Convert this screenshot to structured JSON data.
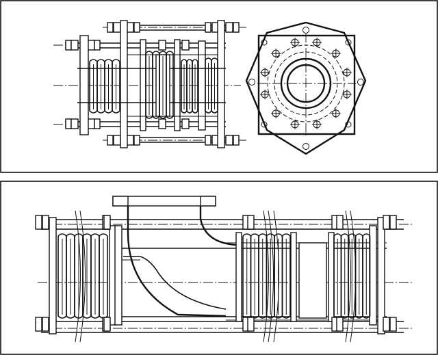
{
  "figure": {
    "description_visible_text": "",
    "panels": [
      {
        "id": "top",
        "views": [
          "side-elevation",
          "flange-end-view"
        ]
      },
      {
        "id": "bottom",
        "views": [
          "elbow-section"
        ]
      }
    ],
    "colors": {
      "line": "#111111",
      "paper": "#ffffff"
    }
  }
}
